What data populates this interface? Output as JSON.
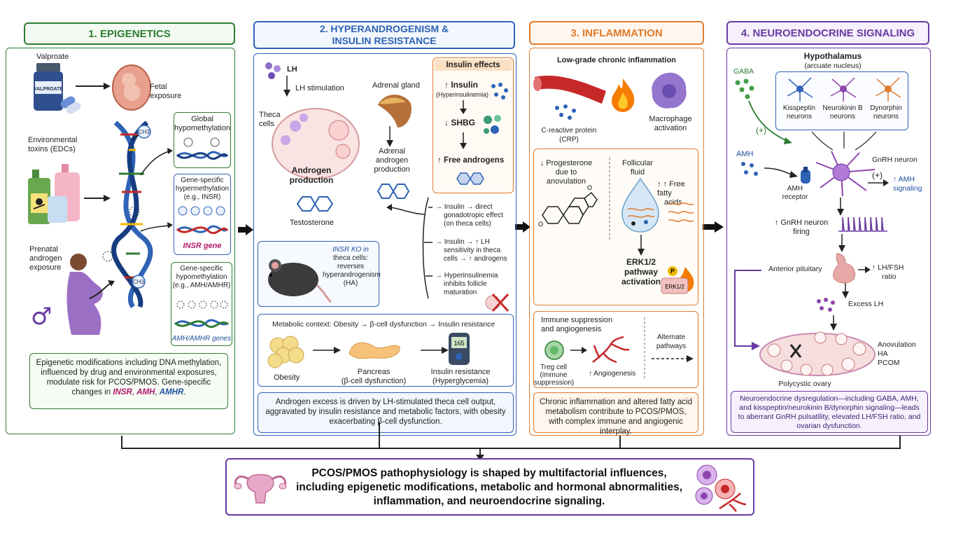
{
  "colors": {
    "green": "#2e7d32",
    "blue": "#2e63b5",
    "orange": "#e07b2c",
    "purple": "#6a3aa2",
    "red": "#c62828"
  },
  "p1": {
    "title": "1. EPIGENETICS",
    "valproate": "Valproate",
    "bottle": "VALPROATE",
    "fetal": [
      "Fetal",
      "exposure"
    ],
    "env": [
      "Environmental",
      "toxins (EDCs)"
    ],
    "prenatal": [
      "Prenatal",
      "androgen",
      "exposure"
    ],
    "global": [
      "Global",
      "hypomethylation"
    ],
    "hyper": [
      "Gene-specific",
      "hypermethylation",
      "(e.g., INSR)"
    ],
    "insr": "INSR gene",
    "hypo": [
      "Gene-specific",
      "hypomethylation",
      "(e.g., AMH/AMHR)"
    ],
    "amh": "AMH/AMHR genes",
    "ch3": "CH3",
    "summary_a": "Epigenetic modifications including DNA methylation, influenced by drug and environmental exposures, modulate risk for PCOS/PMOS. Gene-specific changes in ",
    "summary_insr": "INSR",
    "summary_c1": ", ",
    "summary_amh": "AMH",
    "summary_c2": ", ",
    "summary_amhr": "AMHR",
    "summary_end": "."
  },
  "p2": {
    "title": [
      "2. HYPERANDROGENISM &",
      "INSULIN RESISTANCE"
    ],
    "lh": "LH",
    "lhstim": "LH stimulation",
    "theca": [
      "Theca",
      "cells"
    ],
    "androgen": [
      "Androgen",
      "production"
    ],
    "testo": "Testosterone",
    "adrenal": "Adrenal gland",
    "adrenal_prod": [
      "Adrenal",
      "androgen",
      "production"
    ],
    "ins_title": "Insulin effects",
    "ins": "Insulin",
    "hyperins": "(Hyperinsulinemia)",
    "shbg": "SHBG",
    "free": "Free androgens",
    "e1": [
      "Insulin → direct",
      "gonadotropic effect",
      "(on theca cells)"
    ],
    "e2": [
      "Insulin → ↑ LH",
      "sensitivity in theca",
      "cells → ↑ androgens"
    ],
    "e3": [
      "Hyperinsulinemia",
      "inhibits follicle",
      "maturation"
    ],
    "ko": [
      "INSR KO in",
      "theca cells:",
      "reverses",
      "hyperandrogenism",
      "(HA)"
    ],
    "meta_title": "Metabolic context: Obesity → β-cell dysfunction → Insulin resistance",
    "obesity": "Obesity",
    "pancreas": [
      "Pancreas",
      "(β-cell dysfunction)"
    ],
    "ir": [
      "Insulin resistance",
      "(Hyperglycemia)"
    ],
    "meter": "165",
    "summary": "Androgen excess is driven by LH-stimulated theca cell output, aggravated by insulin resistance and metabolic factors, with obesity exacerbating β-cell dysfunction."
  },
  "p3": {
    "title": "3. INFLAMMATION",
    "lowgrade": "Low-grade chronic inflammation",
    "crp": [
      "C-reactive protein",
      "(CRP)"
    ],
    "macro": [
      "Macrophage",
      "activation"
    ],
    "prog": [
      "↓ Progesterone",
      "due to anovulation"
    ],
    "ff": [
      "Follicular",
      "fluid"
    ],
    "ffa": [
      "↑ Free fatty",
      "acids"
    ],
    "erk": [
      "ERK1/2",
      "pathway",
      "activation"
    ],
    "erk_chip": "ERK1/2",
    "p": "P",
    "immune": [
      "Immune suppression",
      "and angiogenesis"
    ],
    "treg": [
      "Treg cell",
      "(immune",
      "suppression)"
    ],
    "angio": "↑ Angiogenesis",
    "alt": [
      "Alternate",
      "pathways"
    ],
    "summary": "Chronic inflammation and altered fatty acid metabolism contribute to PCOS/PMOS, with complex immune and angiogenic interplay."
  },
  "p4": {
    "title": "4. NEUROENDOCRINE SIGNALING",
    "hypo": "Hypothalamus",
    "arc": "(arcuate nucleus)",
    "gaba": "GABA",
    "plus": "(+)",
    "kiss": [
      "Kisspeptin",
      "neurons"
    ],
    "nkb": [
      "Neurokinin B",
      "neurons"
    ],
    "dyn": [
      "Dynorphin",
      "neurons"
    ],
    "amh": "AMH",
    "amhr": [
      "AMH",
      "receptor"
    ],
    "gnrh": "GnRH neuron",
    "amhsig": [
      "↑ AMH",
      "signaling"
    ],
    "firing": [
      "↑ GnRH neuron",
      "firing"
    ],
    "ant": "Anterior pituitary",
    "ratio": [
      "↑ LH/FSH",
      "ratio"
    ],
    "excess": "Excess LH",
    "ovary_out": [
      "Anovulation",
      "HA",
      "PCOM"
    ],
    "poly": "Polycystic ovary",
    "summary": "Neuroendocrine dysregulation—including GABA, AMH, and kisspeptin/neurokinin B/dynorphin signaling—leads to aberrant GnRH pulsatility, elevated LH/FSH ratio, and ovarian dysfunction."
  },
  "bottom": [
    "PCOS/PMOS pathophysiology is shaped by multifactorial influences,",
    "including epigenetic modifications, metabolic and hormonal abnormalities,",
    "inflammation, and neuroendocrine signaling."
  ]
}
